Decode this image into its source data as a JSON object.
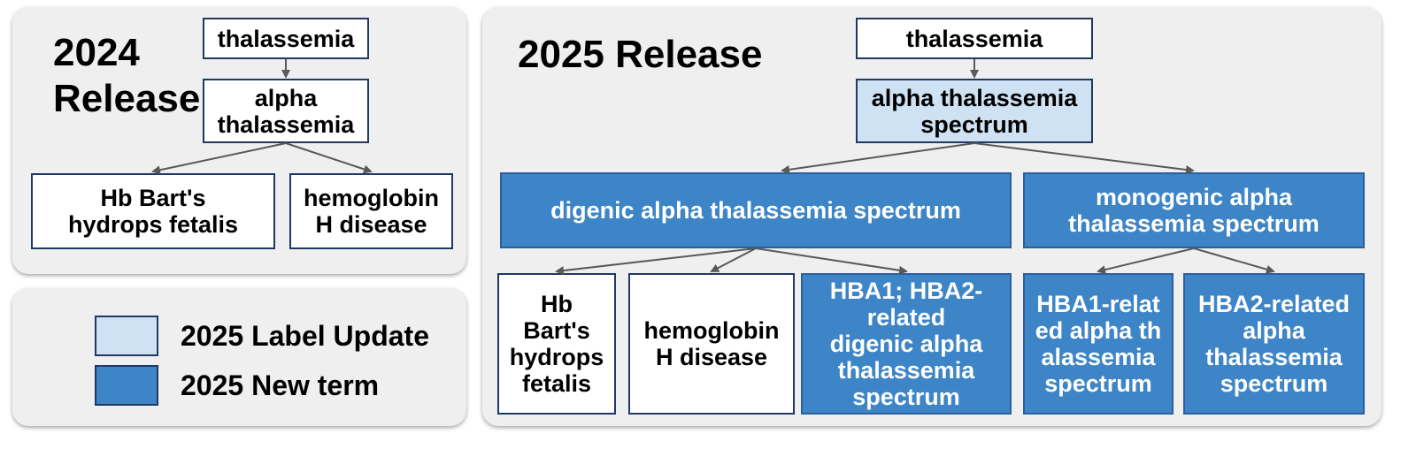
{
  "release_2024": {
    "title_line1": "2024",
    "title_line2": "Release",
    "nodes": {
      "thalassemia": "thalassemia",
      "alpha": "alpha thalassemia",
      "bart": "Hb Bart's hydrops fetalis",
      "hemoglobin_h": "hemoglobin H disease"
    }
  },
  "release_2025": {
    "title": "2025 Release",
    "nodes": {
      "thalassemia": "thalassemia",
      "alpha_spectrum": "alpha thalassemia spectrum",
      "digenic": "digenic alpha thalassemia spectrum",
      "monogenic": "monogenic alpha thalassemia spectrum",
      "bart": "Hb Bart's hydrops fetalis",
      "hemoglobin_h": "hemoglobin H disease",
      "hba1_hba2": "HBA1; HBA2-related digenic alpha thalassemia spectrum",
      "hba1": "HBA1-related alpha thalassemia spectrum",
      "hba2": "HBA2-related alpha thalassemia spectrum"
    }
  },
  "legend": {
    "label_update": "2025 Label Update",
    "new_term": "2025 New term"
  },
  "colors": {
    "label_update": "#cfe2f3",
    "new_term": "#3d85c6",
    "border": "#1f3864",
    "panel": "#efefef"
  }
}
